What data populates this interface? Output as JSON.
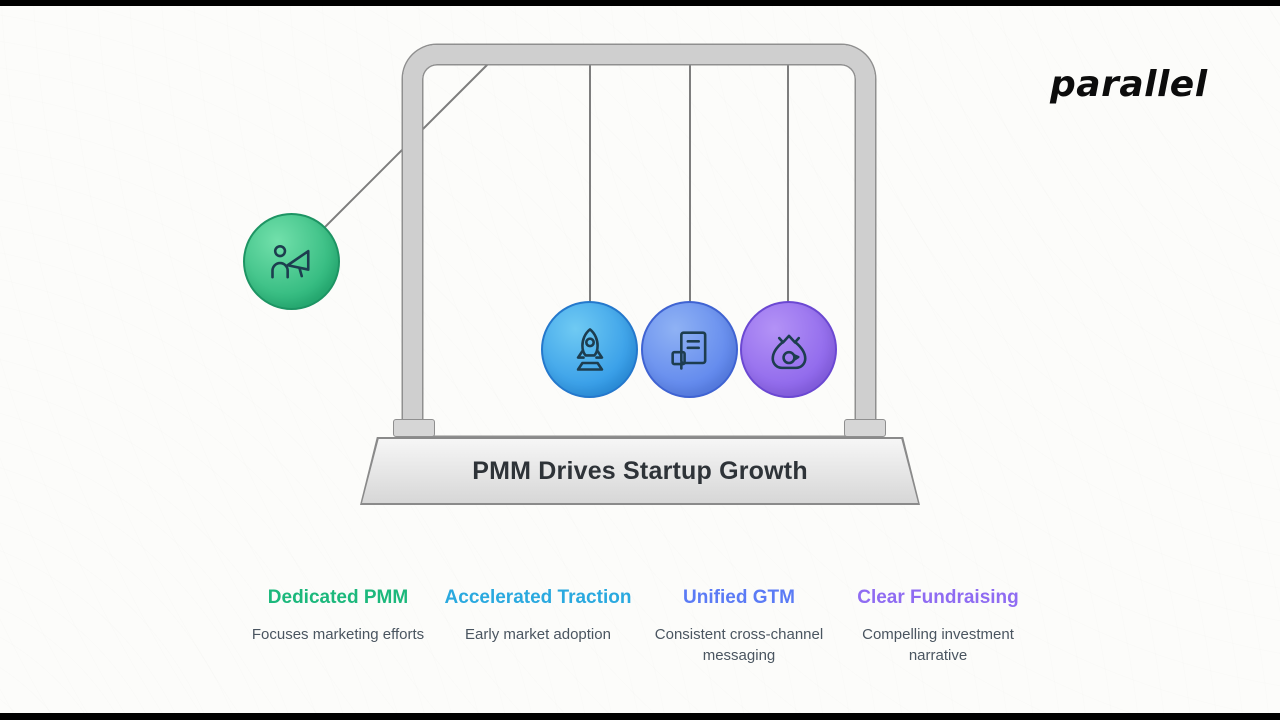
{
  "brand": {
    "logo_text": "parallel"
  },
  "cradle": {
    "base_title": "PMM Drives Startup Growth",
    "balls": [
      {
        "id": "pmm",
        "icon": "megaphone-person-icon",
        "light": "#72e0ab",
        "dark": "#27b377",
        "border": "#1d9463"
      },
      {
        "id": "traction",
        "icon": "rocket-icon",
        "light": "#6fcaf3",
        "dark": "#2e96e6",
        "border": "#2478cc"
      },
      {
        "id": "gtm",
        "icon": "blocks-icon",
        "light": "#8fb2f4",
        "dark": "#5a82ec",
        "border": "#3f63d2"
      },
      {
        "id": "fundraising",
        "icon": "money-bag-icon",
        "light": "#b392f6",
        "dark": "#8a62ea",
        "border": "#6b48d2"
      }
    ]
  },
  "columns": [
    {
      "title": "Dedicated PMM",
      "desc": "Focuses marketing efforts",
      "color": "#1cb87c"
    },
    {
      "title": "Accelerated Traction",
      "desc": "Early market adoption",
      "color": "#2aa9df"
    },
    {
      "title": "Unified GTM",
      "desc": "Consistent cross-channel messaging",
      "color": "#5b7bf5"
    },
    {
      "title": "Clear Fundraising",
      "desc": "Compelling investment narrative",
      "color": "#8f6cf2"
    }
  ]
}
